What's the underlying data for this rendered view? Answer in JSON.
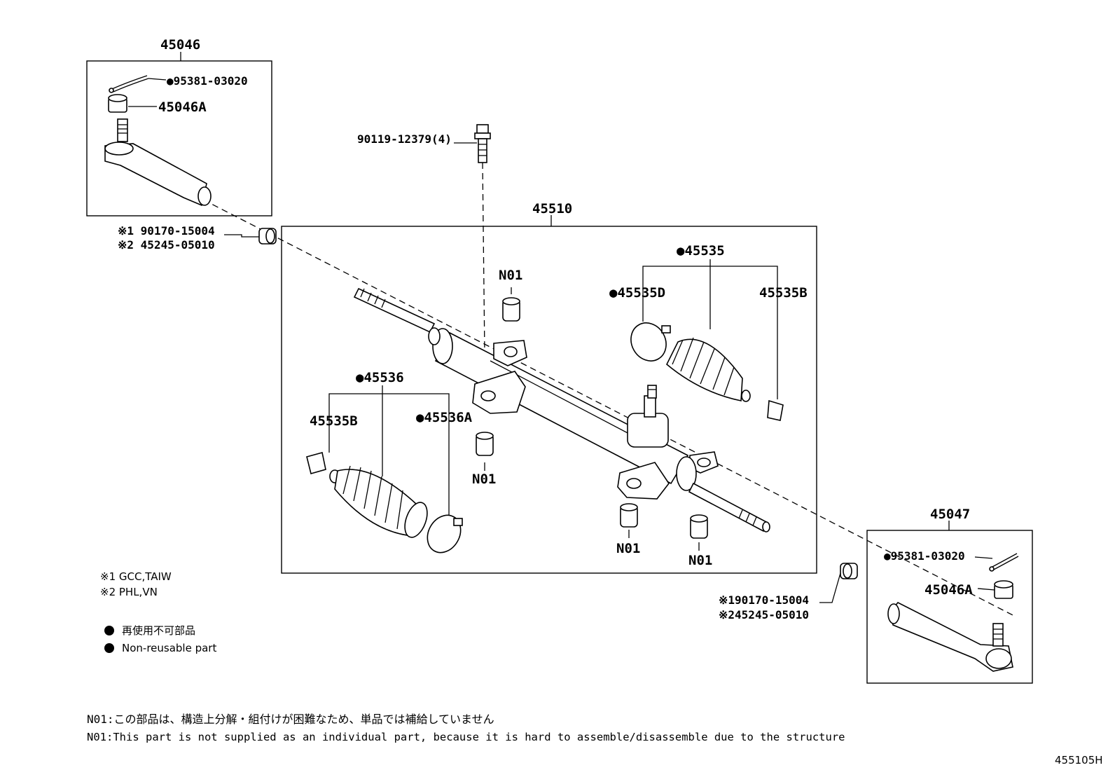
{
  "labels": {
    "tie_rod_end_lh": "45046",
    "tie_rod_end_rh": "45047",
    "rack_assembly": "45510",
    "cotter_pin_lh": "●95381-03020",
    "cotter_pin_rh": "●95381-03020",
    "nut_lh": "45046A",
    "nut_rh": "45046A",
    "bolt": "90119-12379(4)",
    "boot_kit_rh": "●45535",
    "clamp_rh_d": "●45535D",
    "clip_rh_b": "45535B",
    "boot_kit_lh": "●45536",
    "clip_lh_b": "45535B",
    "clamp_lh_a": "●45536A",
    "n01": "N01",
    "ref1_lh": "※1 90170-15004",
    "ref2_lh": "※2 45245-05010",
    "ref1_rh": "※190170-15004",
    "ref2_rh": "※245245-05010"
  },
  "legend": {
    "market1": "※1 GCC,TAIW",
    "market2": "※2 PHL,VN",
    "bullet_jp": "再使用不可部品",
    "bullet_en": "Non-reusable part"
  },
  "notes": {
    "jp": "N01:この部品は、構造上分解・組付けが困難なため、単品では補給していません",
    "en": "N01:This part is not supplied as an individual part, because it is hard to assemble/disassemble due to the structure"
  },
  "diagram_code": "455105H",
  "icons": {
    "bullet": "filled-circle-icon"
  }
}
